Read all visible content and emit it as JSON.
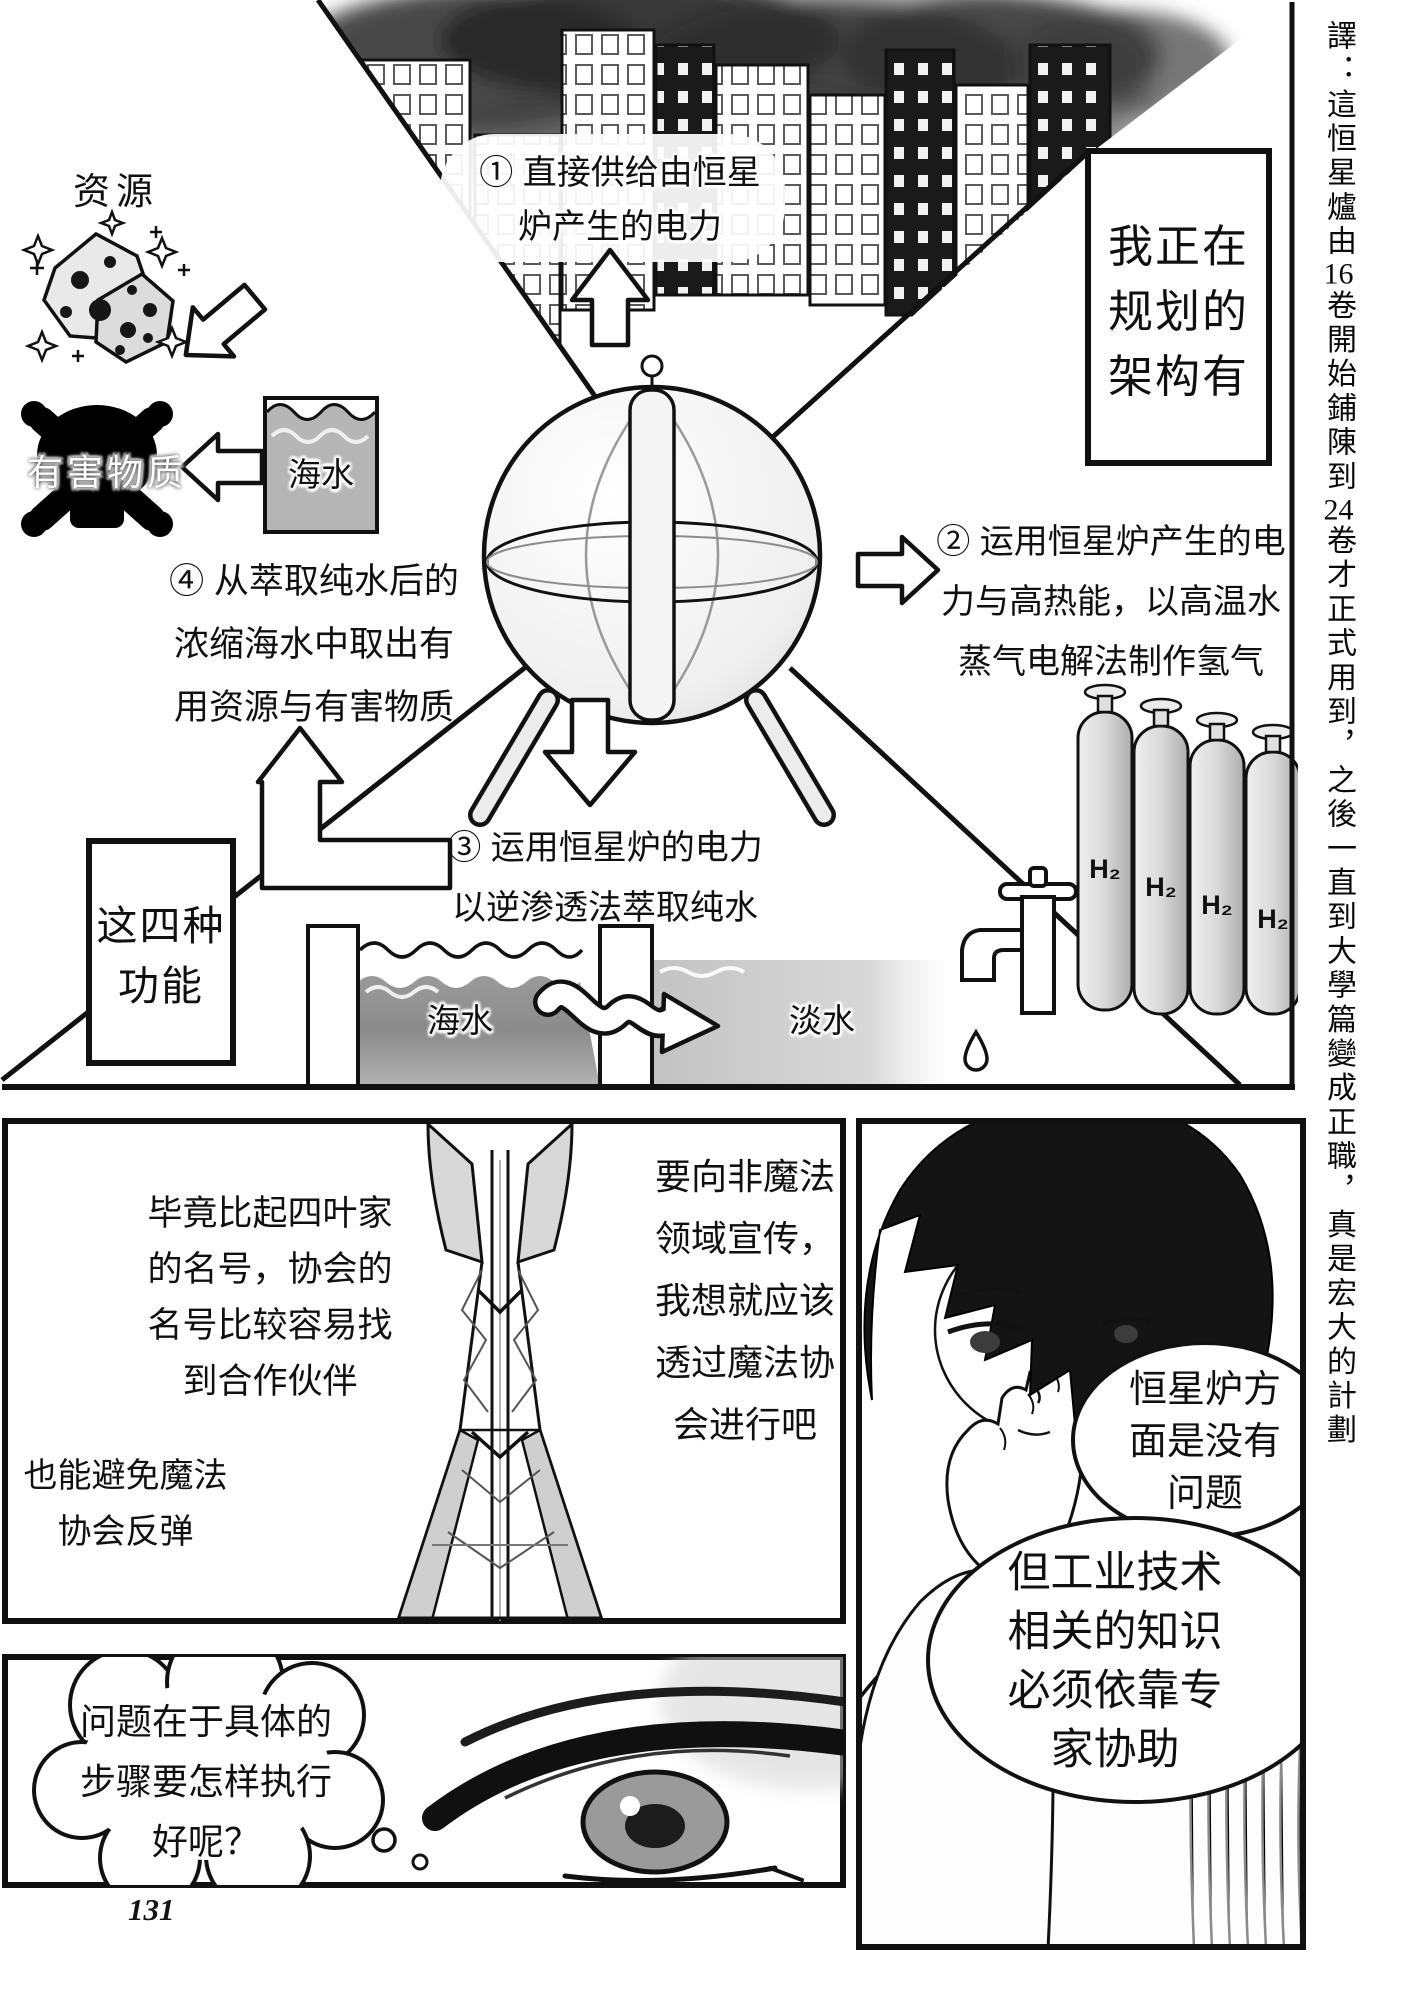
{
  "page": {
    "number": "131"
  },
  "sidebar": {
    "segments": [
      "譯：這恒星爐由",
      "16",
      "卷開始鋪陳到",
      "24",
      "卷才正式用到，之後一直到大學篇變成正職，真是宏大的計劃"
    ]
  },
  "diagram": {
    "planner_box_lines": [
      "我正在",
      "规划的",
      "架构有"
    ],
    "functions_box_lines": [
      "这四种",
      "功能"
    ],
    "item1_lines": [
      "① 直接供给由恒星",
      "炉产生的电力"
    ],
    "item2_lines": [
      "② 运用恒星炉产生的电",
      "力与高热能，以高温水",
      "蒸气电解法制作氢气"
    ],
    "item3_lines": [
      "③ 运用恒星炉的电力",
      "以逆渗透法萃取纯水"
    ],
    "item4_lines": [
      "④ 从萃取纯水后的",
      "浓缩海水中取出有",
      "用资源与有害物质"
    ],
    "resources_label": "资源",
    "harmful_label": "有害物质",
    "seawater_box_label": "海水",
    "seawater_tank_label": "海水",
    "freshwater_tank_label": "淡水",
    "h2_label": "H₂"
  },
  "tower_panel": {
    "bubble_left_lines": [
      "毕竟比起四叶家",
      "的名号，协会的",
      "名号比较容易找",
      "到合作伙伴"
    ],
    "bubble_left2_lines": [
      "也能避免魔法",
      "协会反弹"
    ],
    "bubble_right_lines": [
      "要向非魔法",
      "领域宣传，",
      "我想就应该",
      "透过魔法协",
      "会进行吧"
    ]
  },
  "man_panel": {
    "bubble_top_lines": [
      "恒星炉方",
      "面是没有",
      "问题"
    ],
    "bubble_bottom_lines": [
      "但工业技术",
      "相关的知识",
      "必须依靠专",
      "家协助"
    ]
  },
  "eye_panel": {
    "bubble_lines": [
      "问题在于具体的",
      "步骤要怎样执行",
      "好呢？"
    ]
  }
}
